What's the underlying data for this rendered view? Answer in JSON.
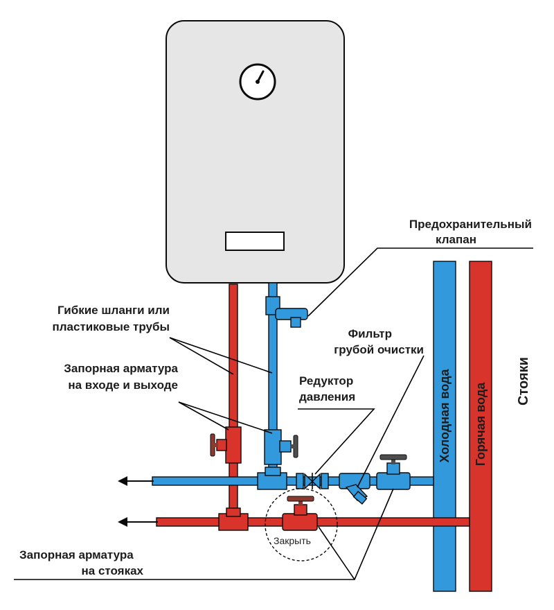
{
  "labels": {
    "safety_valve_line1": "Предохранительный",
    "safety_valve_line2": "клапан",
    "flex_hoses_line1": "Гибкие шланги или",
    "flex_hoses_line2": "пластиковые трубы",
    "coarse_filter_line1": "Фильтр",
    "coarse_filter_line2": "грубой очистки",
    "shutoff_io_line1": "Запорная арматура",
    "shutoff_io_line2": "на входе и выходе",
    "pressure_reducer_line1": "Редуктор",
    "pressure_reducer_line2": "давления",
    "shutoff_risers_line1": "Запорная арматура",
    "shutoff_risers_line2": "на стояках",
    "close_action": "Закрыть"
  },
  "risers": {
    "cold_water": "Холодная вода",
    "hot_water": "Горячая вода",
    "title": "Стояки"
  },
  "colors": {
    "cold": "#3399dd",
    "hot": "#d9342b",
    "valve_handle": "#8a3a2e",
    "heater_body": "#e6e6e6",
    "outline": "#0a0a0a"
  }
}
